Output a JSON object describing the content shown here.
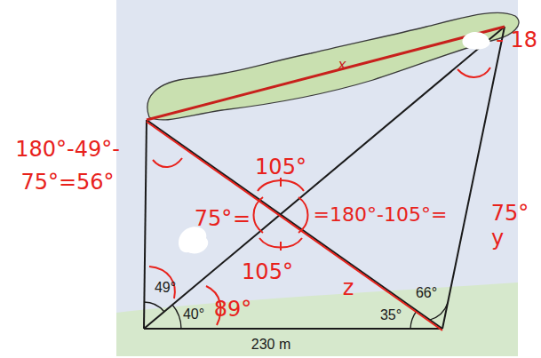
{
  "diagram": {
    "labels": [
      "x",
      "49°",
      "40°",
      "35°",
      "66°",
      "230 m",
      "180°-49°-",
      "75°=56°",
      "105°",
      "75°",
      "=",
      "=180°-105°=",
      "75°",
      "y",
      "105°",
      "89°",
      "z",
      "- 18"
    ]
  }
}
